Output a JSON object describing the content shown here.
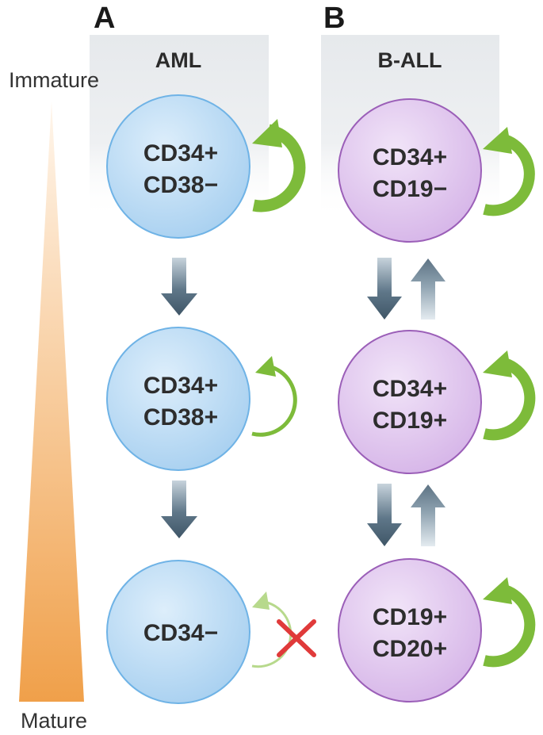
{
  "panels": [
    {
      "letter": "A",
      "title": "AML",
      "cells": [
        {
          "lines": [
            "CD34+",
            "CD38−"
          ],
          "self_renewal": "strong"
        },
        {
          "lines": [
            "CD34+",
            "CD38+"
          ],
          "self_renewal": "weak"
        },
        {
          "lines": [
            "CD34−"
          ],
          "self_renewal": "blocked"
        }
      ],
      "transitions": [
        "down",
        "down"
      ]
    },
    {
      "letter": "B",
      "title": "B-ALL",
      "cells": [
        {
          "lines": [
            "CD34+",
            "CD19−"
          ],
          "self_renewal": "strong"
        },
        {
          "lines": [
            "CD34+",
            "CD19+"
          ],
          "self_renewal": "strong"
        },
        {
          "lines": [
            "CD19+",
            "CD20+"
          ],
          "self_renewal": "strong"
        }
      ],
      "transitions": [
        "bidirectional",
        "bidirectional"
      ]
    }
  ],
  "maturity_axis": {
    "top_label": "Immature",
    "bottom_label": "Mature"
  },
  "colors": {
    "aml_cell_fill": "#bcdcf5",
    "aml_cell_stroke": "#6fb3e6",
    "ball_cell_fill": "#e4cdf0",
    "ball_cell_stroke": "#9b5fb8",
    "renewal_arrow": "#7dbb3a",
    "blocked_cross": "#e03a3a",
    "transition_arrow": "#4b6476",
    "panel_background": "#e9ecef",
    "gradient_top": "#fff3e6",
    "gradient_bottom": "#f0a24a"
  }
}
